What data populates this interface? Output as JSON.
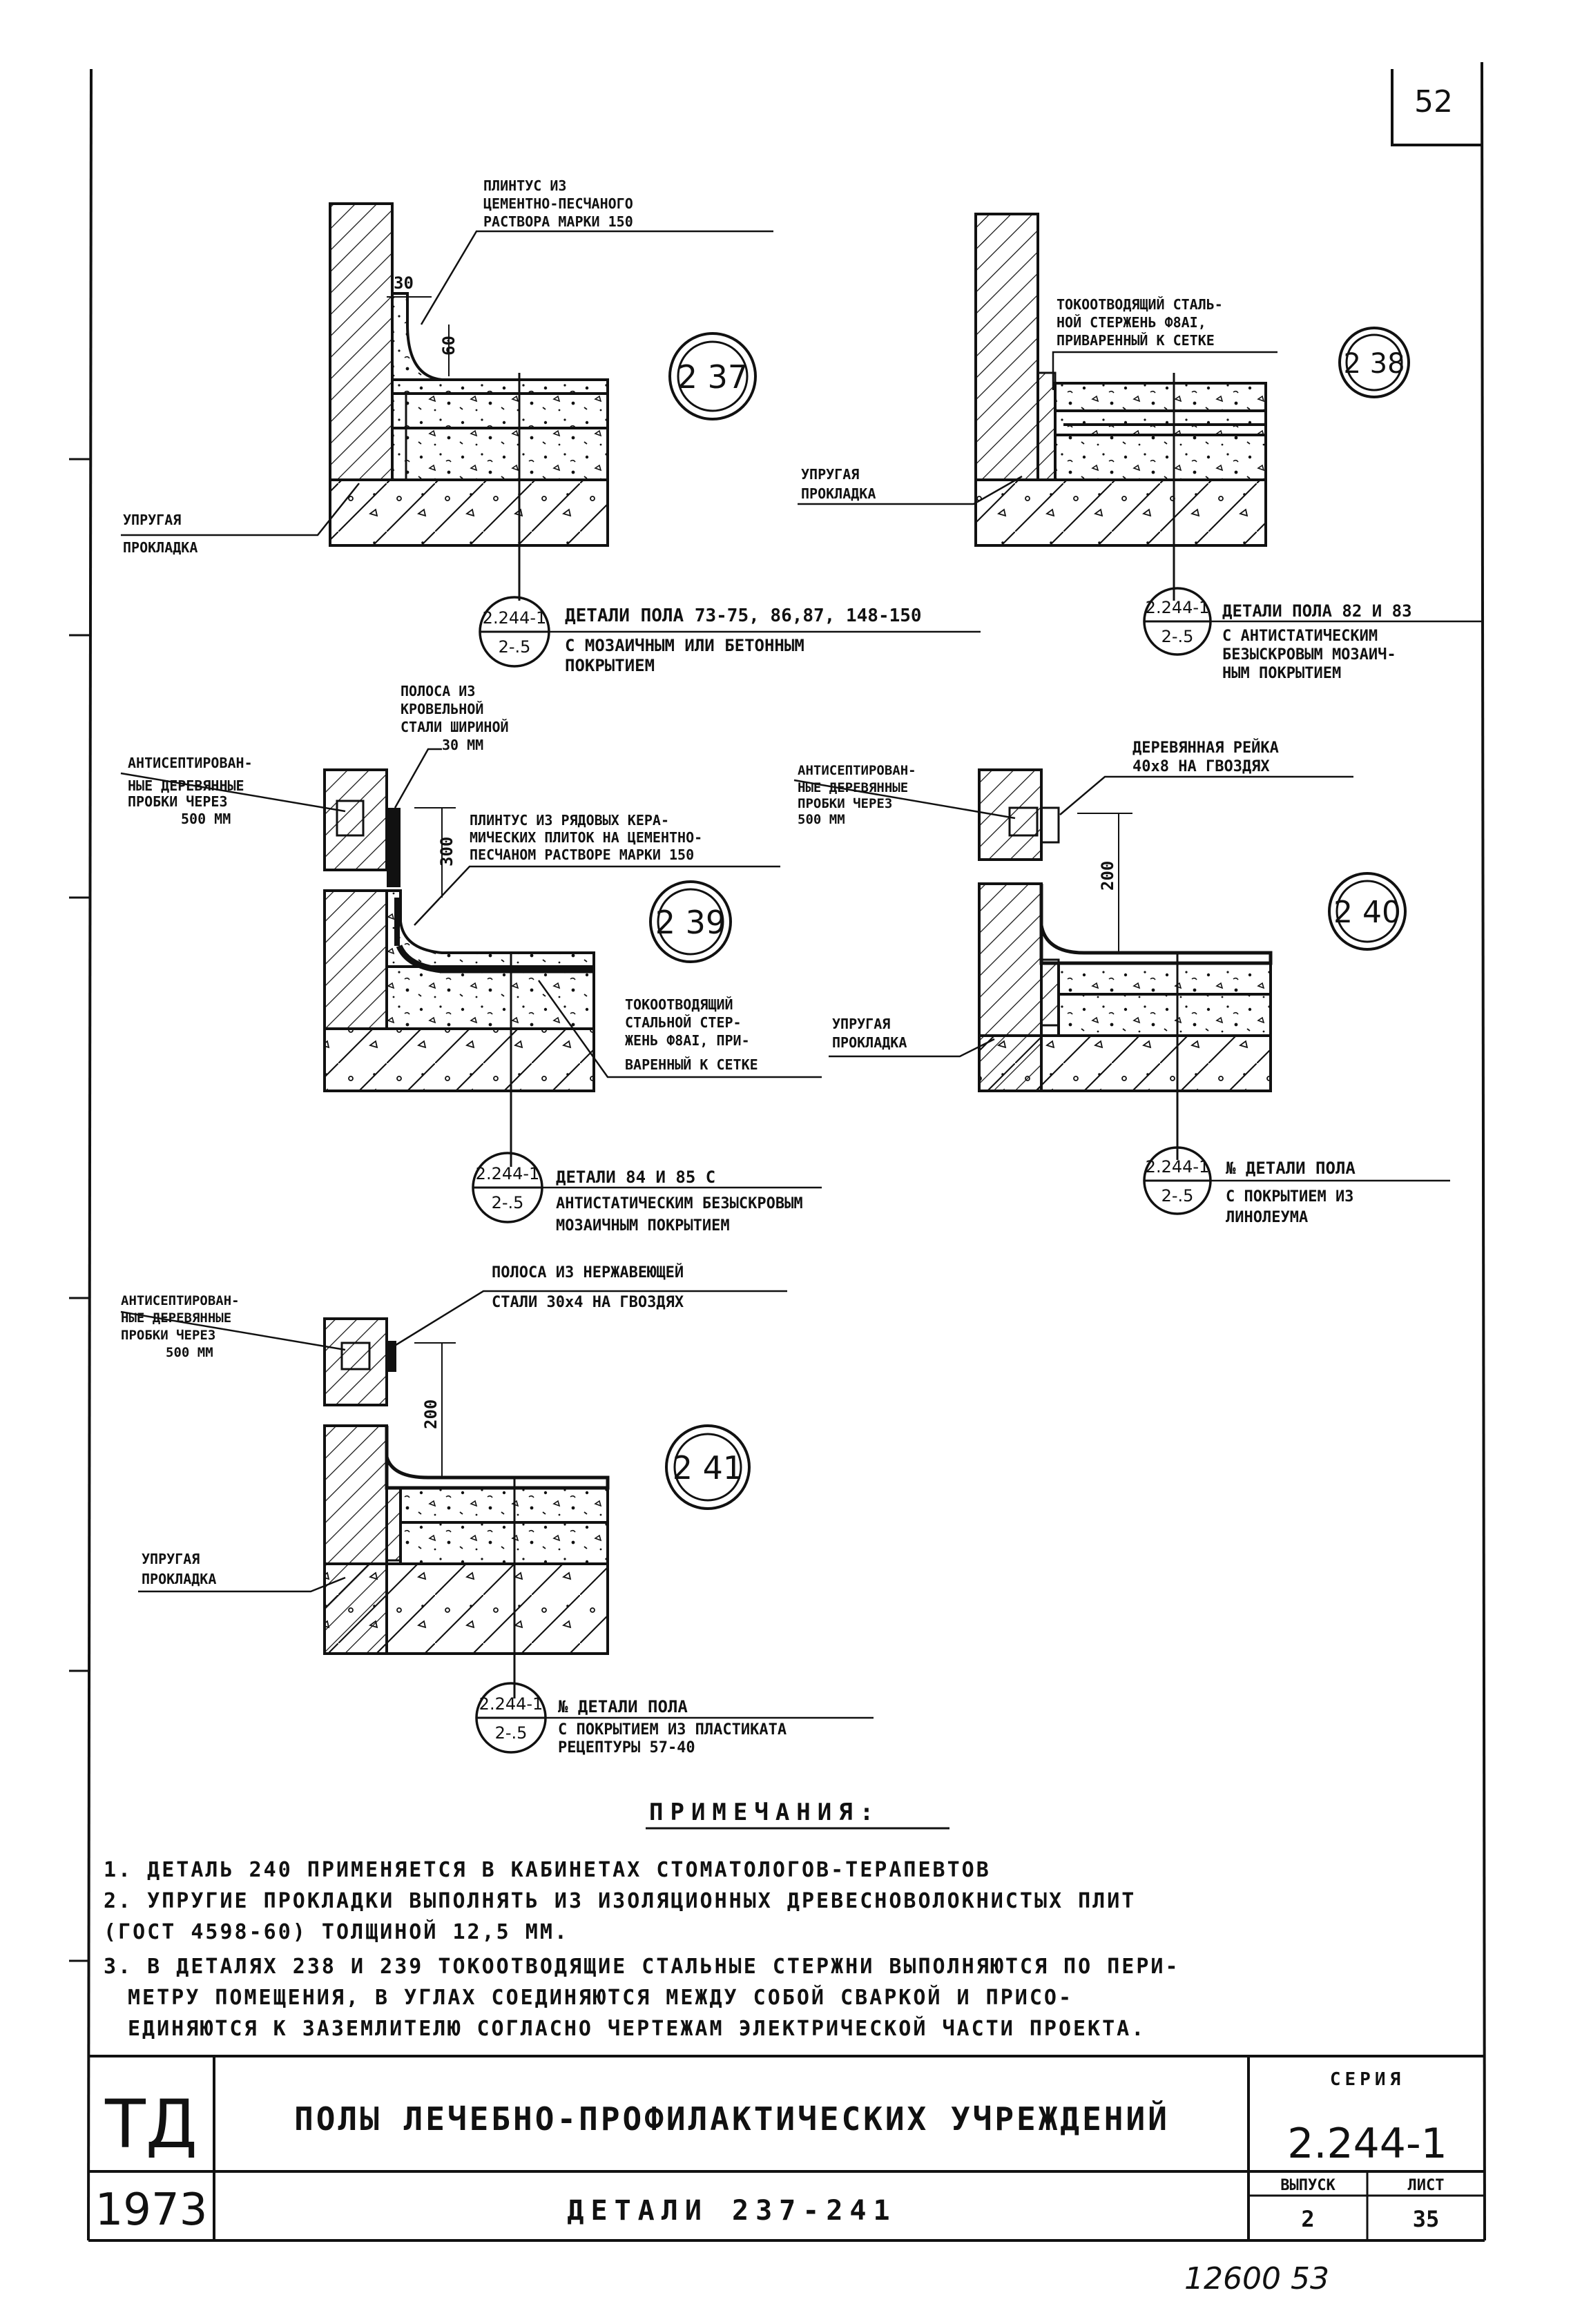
{
  "sheet_number": "52",
  "details": [
    {
      "id": "237",
      "circle_label": "2 37",
      "notes": [
        "ПЛИНТУС ИЗ",
        "ЦЕМЕНТНО-ПЕСЧАНОГО",
        "РАСТВОРА МАРКИ 150"
      ],
      "dims": [
        "30",
        "60"
      ],
      "side_note": [
        "УПРУГАЯ",
        "ПРОКЛАДКА"
      ],
      "ref": {
        "top": "2.244-1",
        "bottom": "2-.5"
      },
      "caption": [
        "ДЕТАЛИ ПОЛА 73-75, 86,87, 148-150",
        "С МОЗАИЧНЫМ ИЛИ БЕТОННЫМ",
        "ПОКРЫТИЕМ"
      ]
    },
    {
      "id": "238",
      "circle_label": "2 38",
      "notes": [
        "ТОКООТВОДЯЩИЙ СТАЛЬ-",
        "НОЙ СТЕРЖЕНЬ Ф8АI,",
        "ПРИВАРЕННЫЙ К СЕТКЕ"
      ],
      "side_note": [
        "УПРУГАЯ",
        "ПРОКЛАДКА"
      ],
      "ref": {
        "top": "2.244-1",
        "bottom": "2-.5"
      },
      "caption": [
        "ДЕТАЛИ ПОЛА 82 И 83",
        "С АНТИСТАТИЧЕСКИМ",
        "БЕЗЫСКРОВЫМ МОЗАИЧ-",
        "НЫМ ПОКРЫТИЕМ"
      ]
    },
    {
      "id": "239",
      "circle_label": "2 39",
      "notes": [
        "ПОЛОСА ИЗ",
        "КРОВЕЛЬНОЙ",
        "СТАЛИ ШИРИНОЙ",
        "30 ММ"
      ],
      "notes2": [
        "ПЛИНТУС ИЗ РЯДОВЫХ КЕРА-",
        "МИЧЕСКИХ ПЛИТОК НА ЦЕМЕНТНО-",
        "ПЕСЧАНОМ РАСТВОРЕ МАРКИ 150"
      ],
      "left_note": [
        "АНТИСЕПТИРОВАН-",
        "НЫЕ ДЕРЕВЯННЫЕ",
        "ПРОБКИ ЧЕРЕЗ",
        "500 ММ"
      ],
      "notes3": [
        "ТОКООТВОДЯЩИЙ",
        "СТАЛЬНОЙ СТЕР-",
        "ЖЕНЬ Ф8АI, ПРИ-",
        "ВАРЕННЫЙ К СЕТКЕ"
      ],
      "dims": [
        "300"
      ],
      "ref": {
        "top": "2.244-1",
        "bottom": "2-.5"
      },
      "caption": [
        "ДЕТАЛИ 84 И 85 С",
        "АНТИСТАТИЧЕСКИМ БЕЗЫСКРОВЫМ",
        "МОЗАИЧНЫМ ПОКРЫТИЕМ"
      ]
    },
    {
      "id": "240",
      "circle_label": "2 40",
      "notes": [
        "ДЕРЕВЯННАЯ РЕЙКА",
        "40х8 НА ГВОЗДЯХ"
      ],
      "left_note": [
        "АНТИСЕПТИРОВАН-",
        "НЫЕ ДЕРЕВЯННЫЕ",
        "ПРОБКИ ЧЕРЕЗ",
        "500 ММ"
      ],
      "side_note": [
        "УПРУГАЯ",
        "ПРОКЛАДКА"
      ],
      "dims": [
        "200"
      ],
      "ref": {
        "top": "2.244-1",
        "bottom": "2-.5"
      },
      "caption": [
        "№ ДЕТАЛИ ПОЛА",
        "С ПОКРЫТИЕМ ИЗ",
        "ЛИНОЛЕУМА"
      ]
    },
    {
      "id": "241",
      "circle_label": "2 41",
      "notes": [
        "ПОЛОСА ИЗ НЕРЖАВЕЮЩЕЙ",
        "СТАЛИ 30х4 НА ГВОЗДЯХ"
      ],
      "left_note": [
        "АНТИСЕПТИРОВАН-",
        "НЫЕ ДЕРЕВЯННЫЕ",
        "ПРОБКИ ЧЕРЕЗ",
        "500 ММ"
      ],
      "side_note": [
        "УПРУГАЯ",
        "ПРОКЛАДКА"
      ],
      "dims": [
        "200"
      ],
      "ref": {
        "top": "2.244-1",
        "bottom": "2-.5"
      },
      "caption": [
        "№ ДЕТАЛИ ПОЛА",
        "С ПОКРЫТИЕМ ИЗ ПЛАСТИКАТА",
        "РЕЦЕПТУРЫ 57-40"
      ]
    }
  ],
  "notes_title": "ПРИМЕЧАНИЯ:",
  "notes": [
    "1. ДЕТАЛЬ 240 ПРИМЕНЯЕТСЯ В КАБИНЕТАХ СТОМАТОЛОГОВ-ТЕРАПЕВТОВ",
    "2. УПРУГИЕ ПРОКЛАДКИ ВЫПОЛНЯТЬ ИЗ ИЗОЛЯЦИОННЫХ ДРЕВЕСНОВОЛОКНИСТЫХ ПЛИТ",
    "(ГОСТ 4598-60) ТОЛЩИНОЙ 12,5 ММ.",
    "3. В ДЕТАЛЯХ 238 И 239 ТОКООТВОДЯЩИЕ СТАЛЬНЫЕ СТЕРЖНИ ВЫПОЛНЯЮТСЯ ПО ПЕРИ-",
    "МЕТРУ ПОМЕЩЕНИЯ, В УГЛАХ СОЕДИНЯЮТСЯ МЕЖДУ СОБОЙ СВАРКОЙ И ПРИСО-",
    "ЕДИНЯЮТСЯ К ЗАЗЕМЛИТЕЛЮ СОГЛАСНО ЧЕРТЕЖАМ ЭЛЕКТРИЧЕСКОЙ ЧАСТИ ПРОЕКТА."
  ],
  "title_block": {
    "org": "ТД",
    "year": "1973",
    "title": "ПОЛЫ ЛЕЧЕБНО-ПРОФИЛАКТИЧЕСКИХ УЧРЕЖДЕНИЙ",
    "subtitle": "ДЕТАЛИ 237-241",
    "series_label": "СЕРИЯ",
    "series": "2.244-1",
    "issue_label": "ВЫПУСК",
    "issue": "2",
    "sheet_label": "ЛИСТ",
    "sheet": "35"
  },
  "footer_number": "12600 53"
}
